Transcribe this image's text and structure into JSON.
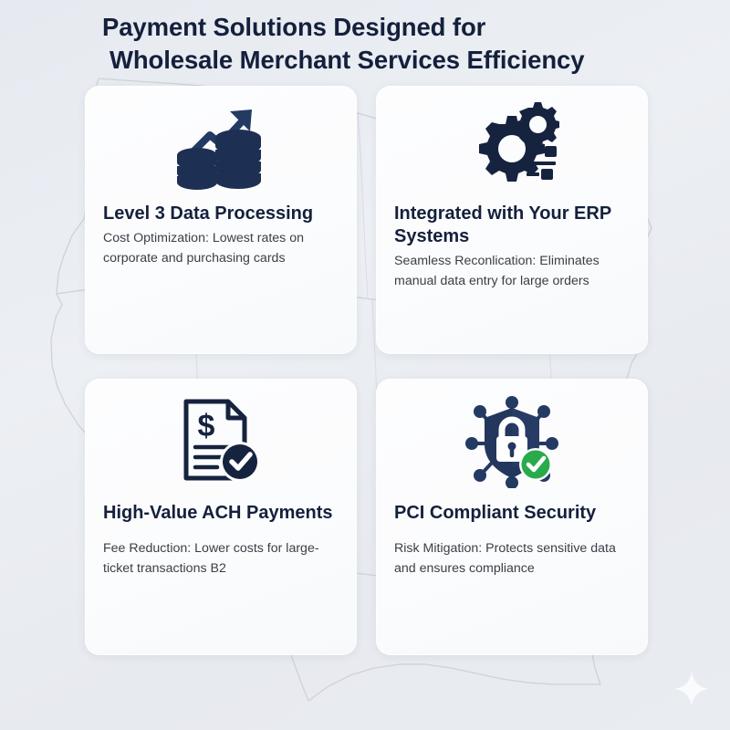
{
  "page": {
    "title_line1": "Payment Solutions Designed for",
    "title_line2": "Wholesale Merchant Services Efficiency",
    "background_color": "#e8ebf0",
    "accent_navy": "#14203c",
    "accent_green": "#2aab4b",
    "decor_icon": "sparkle-star-icon",
    "background_graphic": "usa-map-outline"
  },
  "cards": [
    {
      "icon": "coin-stacks-growth-arrow-icon",
      "title": "Level 3 Data Processing",
      "body": "Cost Optimization: Lowest rates on corporate and purchasing cards"
    },
    {
      "icon": "gears-settings-sliders-icon",
      "title": "Integrated with Your ERP Systems",
      "body": "Seamless Reconlication: Eliminates manual data entry for large orders"
    },
    {
      "icon": "invoice-document-dollar-check-icon",
      "title": "High-Value ACH Payments",
      "body": "Fee Reduction: Lower costs for large-ticket transactions B2"
    },
    {
      "icon": "shield-lock-network-check-icon",
      "title": "PCI Compliant Security",
      "body": "Risk Mitigation: Protects sensitive data and ensures compliance"
    }
  ]
}
